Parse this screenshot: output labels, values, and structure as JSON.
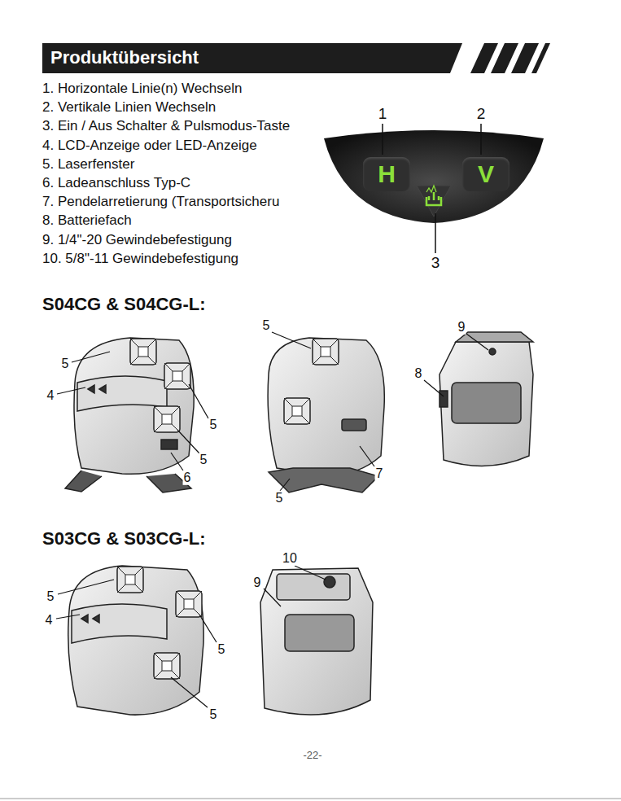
{
  "diagram": {
    "title": "Produktübersicht",
    "nodes": [
      {
        "text": [
          "H"
        ]
      },
      {
        "text": [
          "V"
        ]
      }
    ],
    "labels": [
      "1. Horizontale Linie(n) Wechseln",
      "2. Vertikale Linien Wechseln",
      "3. Ein / Aus Schalter & Pulsmodus-Taste",
      "4. LCD-Anzeige oder LED-Anzeige",
      "5. Laserfenster",
      "6. Ladeanschluss Typ-C",
      "7. Pendelarretierung (Transportsicheru",
      "8. Batteriefach",
      "9. 1/4\"-20 Gewindebefestigung",
      "10. 5/8\"-11 Gewindebefestigung",
      "1",
      "2",
      "3",
      "S04CG & S04CG-L:",
      "5",
      "4",
      "5",
      "5",
      "6",
      "5",
      "7",
      "5",
      "9",
      "8",
      "S03CG & S03CG-L:",
      "5",
      "4",
      "5",
      "5",
      "10",
      "9",
      "-22-"
    ]
  }
}
